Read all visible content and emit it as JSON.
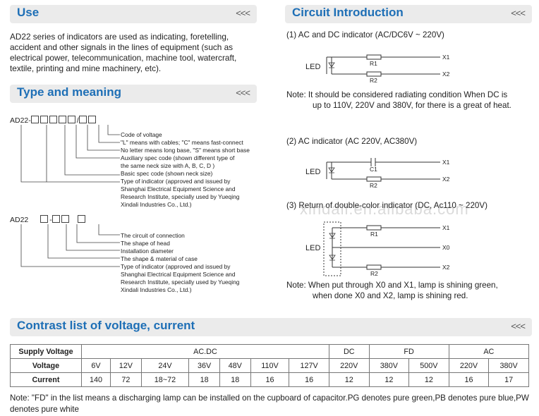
{
  "use": {
    "title": "Use",
    "chevrons": "<<<",
    "text_lines": [
      "AD22 series of indicators are used as indicating, foretelling,",
      "accident and other signals in the lines of equipment (such as",
      "electrical power, telecommunication, machine tool, watercraft,",
      "textile, printing and mine machinery, etc)."
    ]
  },
  "type_meaning": {
    "title": "Type and meaning",
    "chevrons": "<<<",
    "code1_prefix": "AD22-",
    "code1_slash": "/",
    "code1_desc": [
      "Code of voltage",
      "\"L\" means with cables; \"C\" means fast-connect",
      "No letter means long base, \"S\" means short base",
      "Auxiliary spec code (shown different type of",
      "the same neck size with A, B, C, D )",
      "Basic spec code (shown neck size)",
      "Type of indicator (approved and issued by",
      "Shanghai Electrical Equipment Science and",
      "Research Institute, specially used by Yueqing",
      "Xindali Industries Co., Ltd.)"
    ],
    "code2_prefix": "AD22",
    "code2_dash": "-",
    "code2_desc": [
      "The circuit of connection",
      "The shape of head",
      "Installation diameter",
      "The shape & material of case",
      "Type of indicator (approved and issued by",
      "Shanghai Electrical Equipment Science and",
      "Research Institute, specially used by Yueqing",
      "Xindali Industries Co., Ltd.)"
    ]
  },
  "circuit": {
    "title": "Circuit Introduction",
    "chevrons": "<<<",
    "c1_title": "(1) AC and DC indicator (AC/DC6V ~ 220V)",
    "c1_led": "LED",
    "c1_r1": "R1",
    "c1_r2": "R2",
    "c1_x1": "X1",
    "c1_x2": "X2",
    "note1_a": "Note: It should be considered radiating condition When DC is",
    "note1_b": "up to 110V, 220V and 380V, for there is a great of heat.",
    "c2_title": "(2) AC indicator (AC 220V, AC380V)",
    "c2_led": "LED",
    "c2_c1": "C1",
    "c2_r2": "R2",
    "c2_x1": "X1",
    "c2_x2": "X2",
    "c3_title": "(3) Return of double-color indicator (DC, Ac110 ~ 220V)",
    "c3_led": "LED",
    "c3_r1": "R1",
    "c3_r2": "R2",
    "c3_x1": "X1",
    "c3_x0": "X0",
    "c3_x2": "X2",
    "note2_a": "Note: When put through X0 and X1, lamp is shining green,",
    "note2_b": "when done X0 and X2, lamp is shining red.",
    "watermark": "xindali.en.alibaba.com"
  },
  "contrast": {
    "title": "Contrast list of voltage, current",
    "chevrons": "<<<",
    "supply_label": "Supply Voltage",
    "groups": [
      {
        "label": "AC.DC",
        "span": 7
      },
      {
        "label": "DC",
        "span": 1
      },
      {
        "label": "FD",
        "span": 2
      },
      {
        "label": "AC",
        "span": 2
      }
    ],
    "voltage_label": "Voltage",
    "voltages": [
      "6V",
      "12V",
      "24V",
      "36V",
      "48V",
      "110V",
      "127V",
      "220V",
      "380V",
      "500V",
      "220V",
      "380V"
    ],
    "current_label": "Current",
    "currents": [
      "140",
      "72",
      "18~72",
      "18",
      "18",
      "16",
      "16",
      "12",
      "12",
      "12",
      "16",
      "17"
    ],
    "footnote": "Note: \"FD\" in the list means a discharging lamp can be installed on the cupboard of capacitor.PG denotes pure green,PB denotes pure blue,PW denotes pure white"
  }
}
